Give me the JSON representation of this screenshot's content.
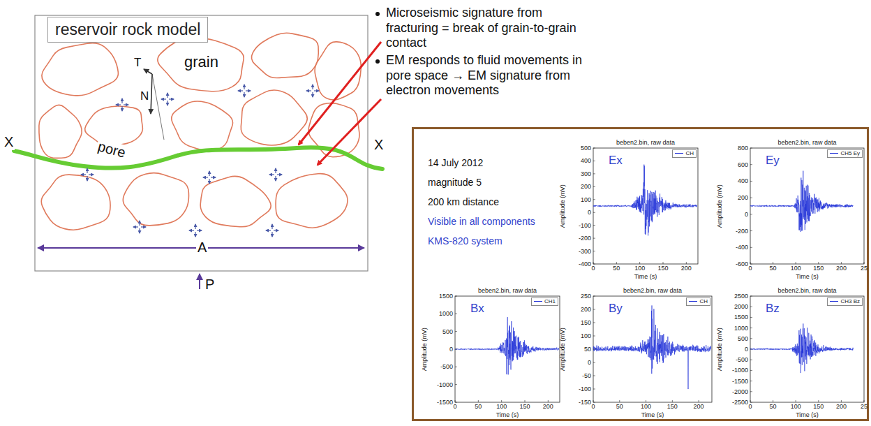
{
  "diagram": {
    "nodes": [
      {
        "text": [
          "reservoir rock model"
        ]
      },
      {
        "text": [
          "14 July 2012",
          "magnitude 5",
          "200 km distance",
          "Visible in all components",
          "KMS-820 system"
        ]
      },
      {
        "text": [
          "Ex",
          "beben2.bin, raw data",
          "CH",
          "Amplitude (mV)",
          "Time (s)"
        ],
        "in": 1
      },
      {
        "text": [
          "Ey",
          "beben2.bin, raw data",
          "CH5 Ey",
          "Amplitude (mV)",
          "Time (s)"
        ],
        "in": 1
      },
      {
        "text": [
          "Bx",
          "beben2.bin, raw data",
          "CH1",
          "Amplitude (mV)",
          "Time (s)"
        ],
        "in": 1
      },
      {
        "text": [
          "By",
          "beben2.bin, raw data",
          "CH",
          "Amplitude (mV)",
          "Time (s)"
        ],
        "in": 1
      },
      {
        "text": [
          "Bz",
          "beben2.bin, raw data",
          "CH3 Bz",
          "Amplitude (mV)",
          "Time (s)"
        ],
        "in": 1
      }
    ],
    "labels": [
      "Microseismic signature from fracturing = break of grain-to-grain contact",
      "EM responds to fluid movements in pore space → EM signature from electron movements",
      "grain",
      "pore",
      "T",
      "N",
      "X",
      "X",
      "A",
      "P",
      "500",
      "400",
      "300",
      "200",
      "100",
      "0",
      "-100",
      "-200",
      "-300",
      "-400",
      "0",
      "50",
      "100",
      "150",
      "200",
      "800",
      "600",
      "400",
      "200",
      "0",
      "-200",
      "-400",
      "-600",
      "0",
      "50",
      "100",
      "150",
      "200",
      "25",
      "1500",
      "1000",
      "500",
      "0",
      "-500",
      "-1000",
      "-1500",
      "0",
      "50",
      "100",
      "150",
      "200",
      "250",
      "200",
      "150",
      "100",
      "50",
      "0",
      "-50",
      "-100",
      "-150",
      "0",
      "50",
      "100",
      "150",
      "200",
      "2500",
      "2000",
      "1500",
      "1000",
      "500",
      "0",
      "-500",
      "-1000",
      "-1500",
      "-2000",
      "-2500",
      "0",
      "50",
      "100",
      "150",
      "200",
      "25"
    ]
  }
}
